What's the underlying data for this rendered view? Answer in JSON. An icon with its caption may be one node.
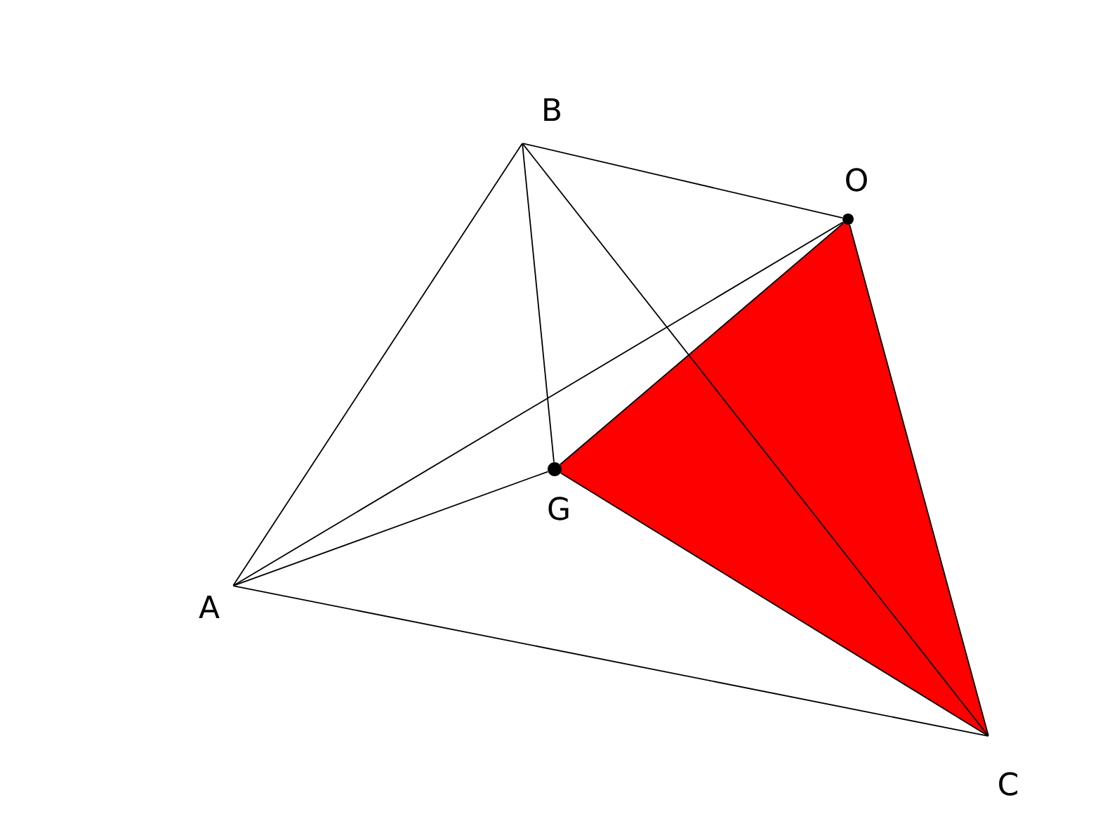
{
  "diagram": {
    "nodes": [
      {
        "text": [
          "A"
        ]
      },
      {
        "text": [
          "B"
        ]
      },
      {
        "text": [
          "O"
        ]
      },
      {
        "text": [
          "G"
        ]
      },
      {
        "text": [
          "C"
        ]
      }
    ],
    "edges": [
      {
        "from": 0,
        "to": 1,
        "arrow": "none"
      },
      {
        "from": 1,
        "to": 2,
        "arrow": "none"
      },
      {
        "from": 1,
        "to": 3,
        "arrow": "none"
      },
      {
        "from": 1,
        "to": 4,
        "arrow": "none"
      },
      {
        "from": 0,
        "to": 2,
        "arrow": "none"
      },
      {
        "from": 0,
        "to": 3,
        "arrow": "none"
      },
      {
        "from": 0,
        "to": 4,
        "arrow": "none"
      },
      {
        "from": 3,
        "to": 2,
        "arrow": "none"
      },
      {
        "from": 3,
        "to": 4,
        "arrow": "none"
      },
      {
        "from": 2,
        "to": 4,
        "arrow": "none"
      }
    ]
  }
}
